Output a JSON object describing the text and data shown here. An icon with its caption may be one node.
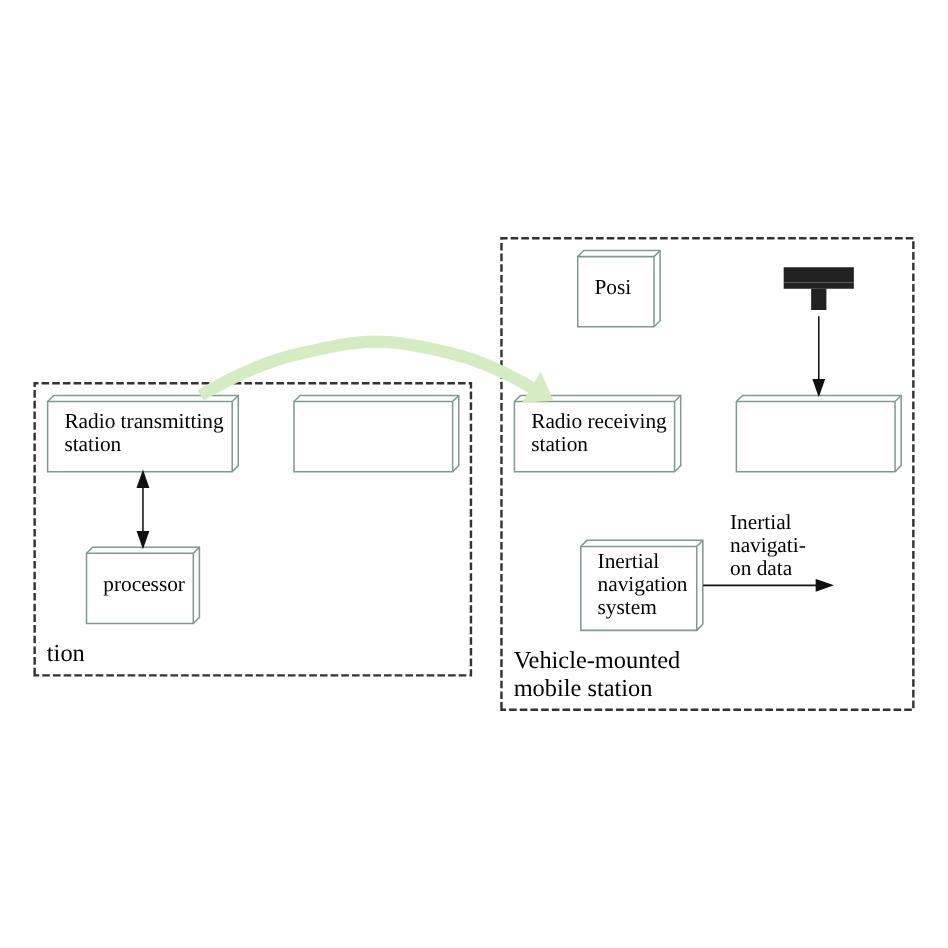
{
  "diagram": {
    "nodes": [
      {
        "text": [
          "tion"
        ]
      },
      {
        "text": [],
        "shape": "box",
        "in": 0
      },
      {
        "text": [
          "Radio transmitting station"
        ],
        "in": 0
      },
      {
        "text": [
          "processor"
        ],
        "in": 0
      },
      {
        "text": [
          "Vehicle-mounted mobile station"
        ]
      },
      {
        "text": [],
        "shape": "antenna",
        "in": 4
      },
      {
        "text": [
          "Radio receiving station"
        ],
        "in": 4
      },
      {
        "text": [],
        "shape": "box",
        "in": 4
      },
      {
        "text": [
          "Inertial navigation system"
        ],
        "in": 4
      },
      {
        "text": [
          "Posi"
        ],
        "in": 4
      }
    ],
    "edges": [
      {
        "from": 2,
        "to": 3,
        "arrow": "both"
      },
      {
        "from": 2,
        "to": 6,
        "arrow": "to",
        "style": "thick",
        "color": "#d5ecc2"
      },
      {
        "from": 5,
        "to": 7,
        "arrow": "to"
      },
      {
        "from": 8,
        "to": null,
        "arrow": "to",
        "label": "Inertial navigati- on data"
      }
    ]
  }
}
